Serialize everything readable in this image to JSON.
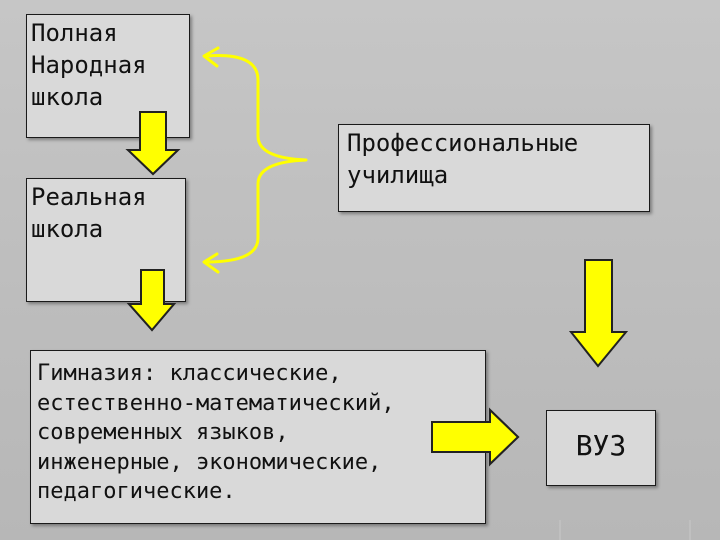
{
  "boxes": {
    "full_people_school": "Полная\nНародная\nшкола",
    "real_school": "Реальная\nшкола",
    "professional_schools": "Профессиональные\nучилища",
    "gymnasium": "Гимназия: классические,\nестественно-математический,\nсовременных языков,\nинженерные, экономические,\nпедагогические.",
    "university": "ВУЗ"
  },
  "colors": {
    "arrow_fill": "#ffff00",
    "arrow_stroke": "#222222",
    "brace": "#ffff00",
    "box_bg": "#d9d9d9",
    "background": "#c2c2c2"
  }
}
